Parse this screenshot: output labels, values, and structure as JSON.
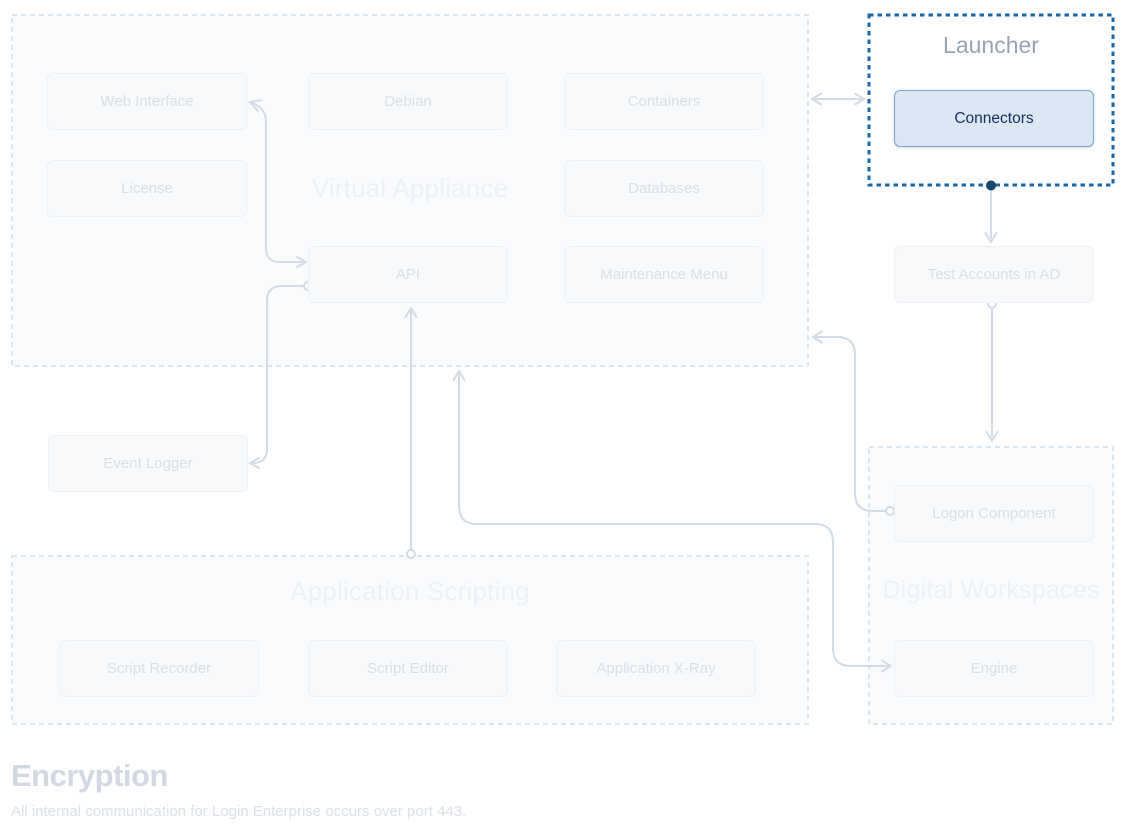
{
  "groups": {
    "virtual_appliance": {
      "title": "Virtual Appliance"
    },
    "launcher": {
      "title": "Launcher"
    },
    "application_scripting": {
      "title": "Application Scripting"
    },
    "digital_workspaces": {
      "title": "Digital Workspaces"
    }
  },
  "nodes": {
    "web_interface": {
      "label": "Web Interface"
    },
    "license": {
      "label": "License"
    },
    "debian": {
      "label": "Debian"
    },
    "api": {
      "label": "API"
    },
    "containers": {
      "label": "Containers"
    },
    "databases": {
      "label": "Databases"
    },
    "maintenance_menu": {
      "label": "Maintenance Menu"
    },
    "event_logger": {
      "label": "Event Logger"
    },
    "connectors": {
      "label": "Connectors"
    },
    "test_accounts": {
      "label": "Test Accounts in AD"
    },
    "logon_component": {
      "label": "Logon Component"
    },
    "engine": {
      "label": "Engine"
    },
    "script_recorder": {
      "label": "Script Recorder"
    },
    "script_editor": {
      "label": "Script Editor"
    },
    "application_xray": {
      "label": "Application X-Ray"
    }
  },
  "highlighted": [
    "launcher",
    "connectors"
  ],
  "edges": [
    {
      "from": "web_interface",
      "to": "api",
      "direction": "bidirectional"
    },
    {
      "from": "api",
      "to": "event_logger",
      "direction": "one-way"
    },
    {
      "from": "application_scripting",
      "to": "api",
      "direction": "one-way"
    },
    {
      "from": "virtual_appliance",
      "to": "engine",
      "direction": "bidirectional"
    },
    {
      "from": "logon_component",
      "to": "virtual_appliance",
      "direction": "one-way"
    },
    {
      "from": "virtual_appliance",
      "to": "launcher",
      "direction": "bidirectional"
    },
    {
      "from": "connectors",
      "to": "test_accounts",
      "direction": "one-way"
    },
    {
      "from": "test_accounts",
      "to": "digital_workspaces",
      "direction": "one-way"
    }
  ],
  "footer": {
    "heading": "Encryption",
    "body": "All internal communication for Login Enterprise occurs over port 443."
  },
  "colors": {
    "highlight_border": "#1a68a4",
    "highlight_fill": "#dbe7f3",
    "highlight_text": "#132f5e",
    "faded_dash": "#d9e5ef",
    "edge_line": "#d3dbe6",
    "connector_dot_dark": "#17466f"
  }
}
